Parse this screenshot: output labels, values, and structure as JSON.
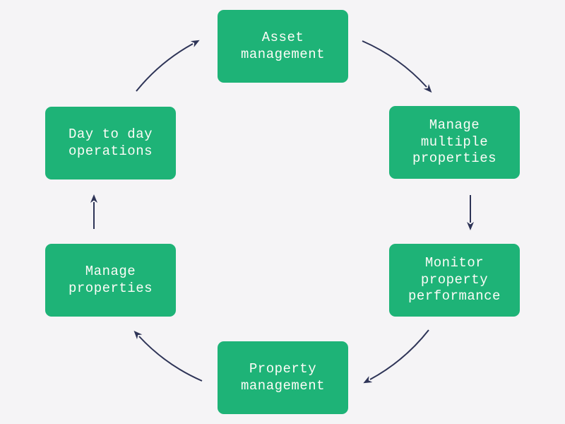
{
  "diagram": {
    "type": "cycle",
    "background_color": "#f5f4f6",
    "node_color": "#1eb377",
    "node_text_color": "#fcfcf7",
    "arrow_color": "#2e3457",
    "nodes": [
      {
        "id": "asset-management",
        "label": "Asset management"
      },
      {
        "id": "manage-multiple-properties",
        "label": "Manage multiple properties"
      },
      {
        "id": "monitor-property-performance",
        "label": "Monitor property performance"
      },
      {
        "id": "property-management",
        "label": "Property management"
      },
      {
        "id": "manage-properties",
        "label": "Manage properties"
      },
      {
        "id": "day-to-day-operations",
        "label": "Day to day operations"
      }
    ],
    "edges": [
      {
        "from": "asset-management",
        "to": "manage-multiple-properties"
      },
      {
        "from": "manage-multiple-properties",
        "to": "monitor-property-performance"
      },
      {
        "from": "monitor-property-performance",
        "to": "property-management"
      },
      {
        "from": "property-management",
        "to": "manage-properties"
      },
      {
        "from": "manage-properties",
        "to": "day-to-day-operations"
      },
      {
        "from": "day-to-day-operations",
        "to": "asset-management"
      }
    ]
  }
}
